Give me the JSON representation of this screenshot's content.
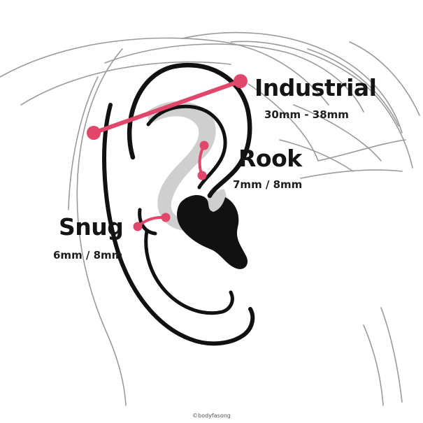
{
  "colors": {
    "accent": "#e0476a",
    "outline": "#111111",
    "hair": "#9a9a9a",
    "cartilage_shade": "#cfcfcf",
    "shadow": "#111111"
  },
  "piercings": [
    {
      "id": "industrial",
      "name": "Industrial",
      "size": "30mm - 38mm"
    },
    {
      "id": "rook",
      "name": "Rook",
      "size": "7mm / 8mm"
    },
    {
      "id": "snug",
      "name": "Snug",
      "size": "6mm / 8mm"
    }
  ],
  "credit": "©bodyfasong"
}
